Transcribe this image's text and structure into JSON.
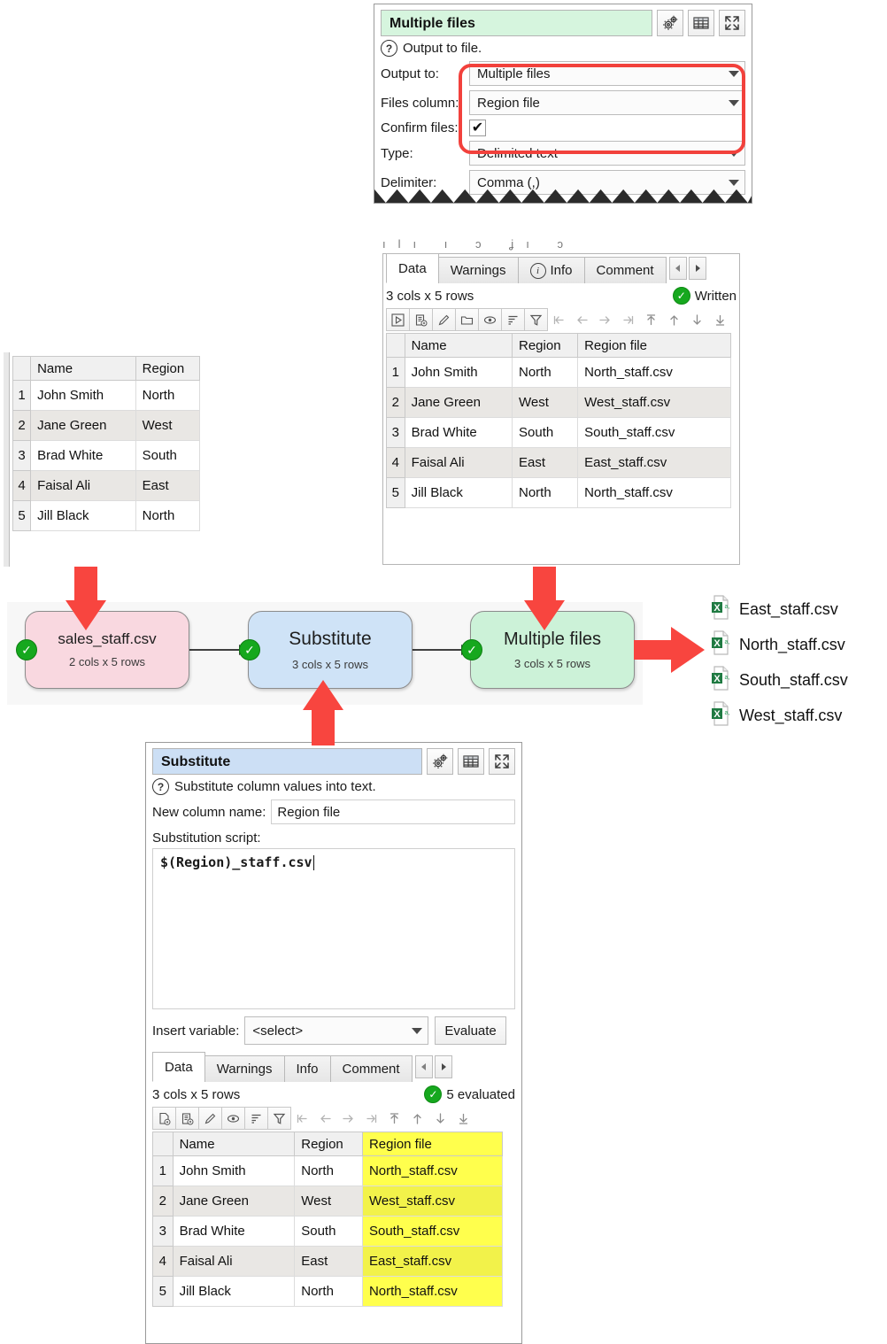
{
  "output_panel": {
    "title": "Multiple files",
    "title_buttons": [
      "gears-icon",
      "table-icon",
      "expand-icon"
    ],
    "help_text": "Output to file.",
    "fields": [
      {
        "label": "Output to:",
        "value": "Multiple files",
        "type": "combo"
      },
      {
        "label": "Files column:",
        "value": "Region file",
        "type": "combo"
      },
      {
        "label": "Confirm files:",
        "value": "✔",
        "type": "checkbox"
      },
      {
        "label": "Type:",
        "value": "Delimited text",
        "type": "combo"
      },
      {
        "label": "Delimiter:",
        "value": "Comma (,)",
        "type": "combo"
      }
    ],
    "highlight_color": "#f2413c"
  },
  "output_data_panel": {
    "tabs": [
      {
        "label": "Data",
        "active": true,
        "icon": null
      },
      {
        "label": "Warnings",
        "active": false,
        "icon": null
      },
      {
        "label": "Info",
        "active": false,
        "icon": "info-icon"
      },
      {
        "label": "Comment",
        "active": false,
        "icon": null
      }
    ],
    "nav": [
      "prev-tab-icon",
      "next-tab-icon"
    ],
    "dimensions": "3 cols x 5 rows",
    "status": "Written",
    "toolbar": [
      "run-icon",
      "copy-icon",
      "edit-icon",
      "folder-icon",
      "eye-icon",
      "sort-icon",
      "filter-icon",
      "first-col-icon",
      "prev-col-icon",
      "next-col-icon",
      "last-col-icon",
      "first-row-icon",
      "prev-row-icon",
      "next-row-icon",
      "last-row-icon"
    ],
    "columns": [
      "Name",
      "Region",
      "Region file"
    ],
    "rows": [
      {
        "n": "1",
        "cells": [
          "John Smith",
          "North",
          "North_staff.csv"
        ]
      },
      {
        "n": "2",
        "cells": [
          "Jane Green",
          "West",
          "West_staff.csv"
        ]
      },
      {
        "n": "3",
        "cells": [
          "Brad White",
          "South",
          "South_staff.csv"
        ]
      },
      {
        "n": "4",
        "cells": [
          "Faisal Ali",
          "East",
          "East_staff.csv"
        ]
      },
      {
        "n": "5",
        "cells": [
          "Jill Black",
          "North",
          "North_staff.csv"
        ]
      }
    ]
  },
  "source_data_panel": {
    "columns": [
      "Name",
      "Region"
    ],
    "rows": [
      {
        "n": "1",
        "cells": [
          "John Smith",
          "North"
        ]
      },
      {
        "n": "2",
        "cells": [
          "Jane Green",
          "West"
        ]
      },
      {
        "n": "3",
        "cells": [
          "Brad White",
          "South"
        ]
      },
      {
        "n": "4",
        "cells": [
          "Faisal Ali",
          "East"
        ]
      },
      {
        "n": "5",
        "cells": [
          "Jill Black",
          "North"
        ]
      }
    ]
  },
  "flow": {
    "nodes": [
      {
        "label": "sales_staff.csv",
        "sub": "2 cols x 5 rows",
        "color": "pink",
        "status": "ok"
      },
      {
        "label": "Substitute",
        "sub": "3 cols x 5 rows",
        "color": "blue",
        "status": "ok"
      },
      {
        "label": "Multiple files",
        "sub": "3 cols x 5 rows",
        "color": "green",
        "status": "ok"
      }
    ],
    "output_files": [
      "East_staff.csv",
      "North_staff.csv",
      "South_staff.csv",
      "West_staff.csv"
    ]
  },
  "substitute_panel": {
    "title": "Substitute",
    "title_buttons": [
      "gears-icon",
      "table-icon",
      "expand-icon"
    ],
    "help_text": "Substitute column values into text.",
    "new_column_label": "New column name:",
    "new_column_value": "Region file",
    "script_label": "Substitution script:",
    "script_value": "$(Region)_staff.csv",
    "insert_variable_label": "Insert variable:",
    "insert_variable_value": "<select>",
    "evaluate_label": "Evaluate",
    "tabs": [
      {
        "label": "Data",
        "active": true
      },
      {
        "label": "Warnings",
        "active": false
      },
      {
        "label": "Info",
        "active": false
      },
      {
        "label": "Comment",
        "active": false
      }
    ],
    "nav": [
      "prev-tab-icon",
      "next-tab-icon"
    ],
    "dimensions": "3 cols x 5 rows",
    "status": "5 evaluated",
    "toolbar": [
      "new-icon",
      "copy-icon",
      "edit-icon",
      "eye-icon",
      "sort-icon",
      "filter-icon",
      "first-col-icon",
      "prev-col-icon",
      "next-col-icon",
      "last-col-icon",
      "first-row-icon",
      "prev-row-icon",
      "next-row-icon",
      "last-row-icon"
    ],
    "columns": [
      "Name",
      "Region",
      "Region file"
    ],
    "highlight_column": "Region file",
    "rows": [
      {
        "n": "1",
        "cells": [
          "John Smith",
          "North",
          "North_staff.csv"
        ]
      },
      {
        "n": "2",
        "cells": [
          "Jane Green",
          "West",
          "West_staff.csv"
        ]
      },
      {
        "n": "3",
        "cells": [
          "Brad White",
          "South",
          "South_staff.csv"
        ]
      },
      {
        "n": "4",
        "cells": [
          "Faisal Ali",
          "East",
          "East_staff.csv"
        ]
      },
      {
        "n": "5",
        "cells": [
          "Jill Black",
          "North",
          "North_staff.csv"
        ]
      }
    ]
  }
}
